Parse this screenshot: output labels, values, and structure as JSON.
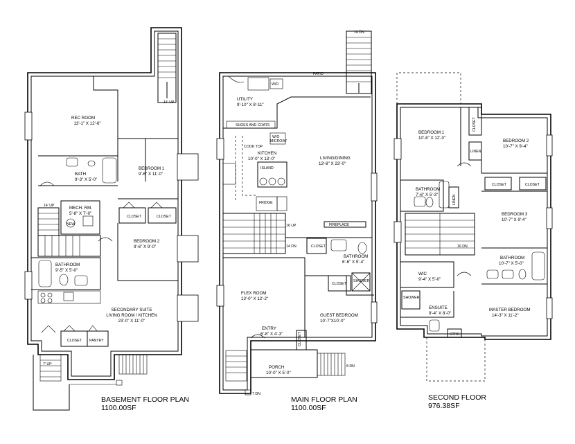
{
  "basement": {
    "title": "BASEMENT FLOOR PLAN",
    "area": "1100.00SF",
    "rec_room": {
      "name": "REC ROOM",
      "size": "13'-1\" X 12'-6\""
    },
    "bath": {
      "name": "BATH",
      "size": "9'-3\" X 5'-0\""
    },
    "bedroom1": {
      "name": "BEDROOM 1",
      "size": "9'-6\" X 11'-0\""
    },
    "mech": {
      "name": "MECH. RM.",
      "size": "5'-8\" X 7'-0\""
    },
    "new": "NEW",
    "closet_a": "CLOSET",
    "closet_b": "CLOSET",
    "bedroom2": {
      "name": "BEDROOM 2",
      "size": "9'-6\" X 9'-0\""
    },
    "bathroom": {
      "name": "BATHROOM",
      "size": "9'-5\" X 5'-0\""
    },
    "suite": {
      "name1": "SECONDARY SUITE",
      "name2": "LIVING ROOM / KITCHEN",
      "size": "23'-0\" X 11'-0\""
    },
    "closet_c": "CLOSET",
    "pantry": "PANTRY",
    "stair_up_top": "14' UP",
    "stair_up_mid": "14' UP",
    "stair_up_bot": "7' UP"
  },
  "main": {
    "title": "MAIN FLOOR PLAN",
    "area": "1100.00SF",
    "patio": "PATIO",
    "stair_dn_top": "14 DN",
    "utility": {
      "name": "UTILITY",
      "size": "9'-10\" X 8'-11\""
    },
    "wd": "W/D",
    "shoes": "SHOES AND COATS",
    "cooktop": "COOK TOP",
    "wo": "W/O",
    "micro": "MICRO/W",
    "kitchen": {
      "name": "KITCHEN",
      "size": "10'-0\" X 13'-0\""
    },
    "island": "ISLAND",
    "fridge": "FRIDGE",
    "living": {
      "name": "LIVING/DINING",
      "size": "13'-8\" X 23'-0\""
    },
    "fireplace": "FIREPLACE",
    "up16": "16 UP",
    "dn14": "14 DN",
    "closet1": "CLOSET",
    "bathroom": {
      "name": "BATHROOM",
      "size": "6'-6\" X 5'-4\""
    },
    "closet2": "CLOSET",
    "shower": "SHOWER",
    "flex": {
      "name": "FLEX ROOM",
      "size": "13'-0\" X 12'-2\""
    },
    "guest": {
      "name": "GUEST BEDROOM",
      "size": "10'-7\"X10'-0\""
    },
    "entry": {
      "name": "ENTRY",
      "size": "6'-8\" X 4'-3\""
    },
    "closet3": "CLOSET",
    "porch": {
      "name": "PORCH",
      "size": "10'-0\" X 5'-0\""
    },
    "dn8": "8 DN",
    "dn7": "7 DN"
  },
  "second": {
    "title": "SECOND FLOOR",
    "area": "976.38SF",
    "bedroom1": {
      "name": "BEDROOM 1",
      "size": "10'-8\" X 12'-0\""
    },
    "closet_v": "CLOSET",
    "bedroom2": {
      "name": "BEDROOM 2",
      "size": "10'-7\" X 9'-4\""
    },
    "linen1": "LINEN",
    "bathroom1": {
      "name": "BATHROOM",
      "size": "7'-6\" X 5'-3\""
    },
    "linen2": "LINEN",
    "closet_a": "CLOSET",
    "closet_b": "CLOSET",
    "bedroom3": {
      "name": "BEDROOM 3",
      "size": "10'-7\" X 9'-4\""
    },
    "dn16": "16 DN",
    "bathroom2": {
      "name": "BATHROOM",
      "size": "10'-7\" X 5'-0\""
    },
    "wic": {
      "name": "WIC",
      "size": "9'-4\" X 5'-0\""
    },
    "ensuite": {
      "name": "ENSUITE",
      "size": "9'-4\" X 8'-0\""
    },
    "shower": "SHOWER",
    "master": {
      "name": "MASTER BEDROOM",
      "size": "14'-3\" X 11'-2\""
    },
    "strg": "STRG"
  }
}
